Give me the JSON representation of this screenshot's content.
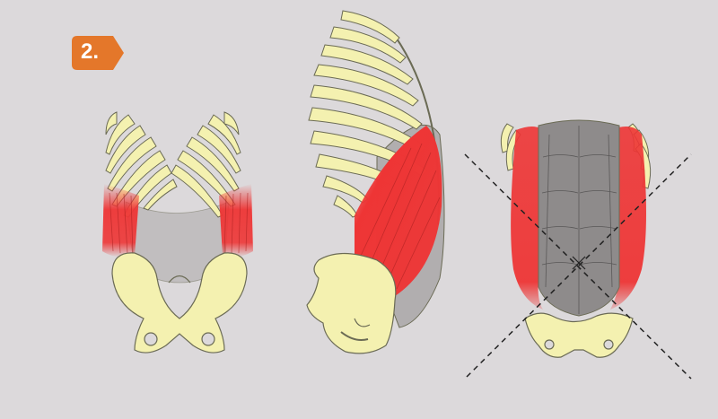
{
  "badge": {
    "label": "2.",
    "color": "#e4772a"
  },
  "colors": {
    "background": "#dcd9db",
    "bone_fill": "#f4f1b0",
    "bone_stroke": "#6b6b55",
    "muscle": "#ee3535",
    "sheath": "#8e8b8b",
    "guide_lines": "#222222"
  },
  "figures": [
    {
      "name": "oblique-muscles-posterior-view"
    },
    {
      "name": "oblique-muscles-side-view"
    },
    {
      "name": "abdominal-wall-front-view"
    }
  ]
}
